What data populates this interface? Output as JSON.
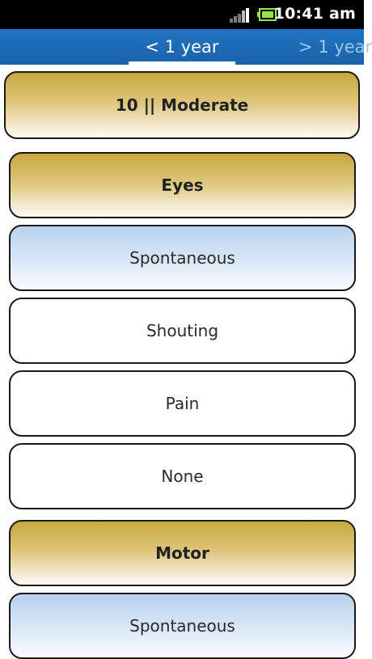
{
  "status_bar": {
    "time": "10:41 am",
    "icons": [
      "signal-icon",
      "battery-icon"
    ]
  },
  "tabs": [
    {
      "label": "< 1 year",
      "active": true
    },
    {
      "label": "> 1 year",
      "active": false
    }
  ],
  "score": {
    "label": "10 || Moderate"
  },
  "sections": [
    {
      "title": "Eyes",
      "options": [
        {
          "label": "Spontaneous",
          "selected": true
        },
        {
          "label": "Shouting",
          "selected": false
        },
        {
          "label": "Pain",
          "selected": false
        },
        {
          "label": "None",
          "selected": false
        }
      ]
    },
    {
      "title": "Motor",
      "options": [
        {
          "label": "Spontaneous",
          "selected": true
        }
      ]
    }
  ],
  "colors": {
    "tab_bar": "#1f74c2",
    "header_gold": "#c8a83c",
    "selected_blue": "#b8d2ee"
  }
}
